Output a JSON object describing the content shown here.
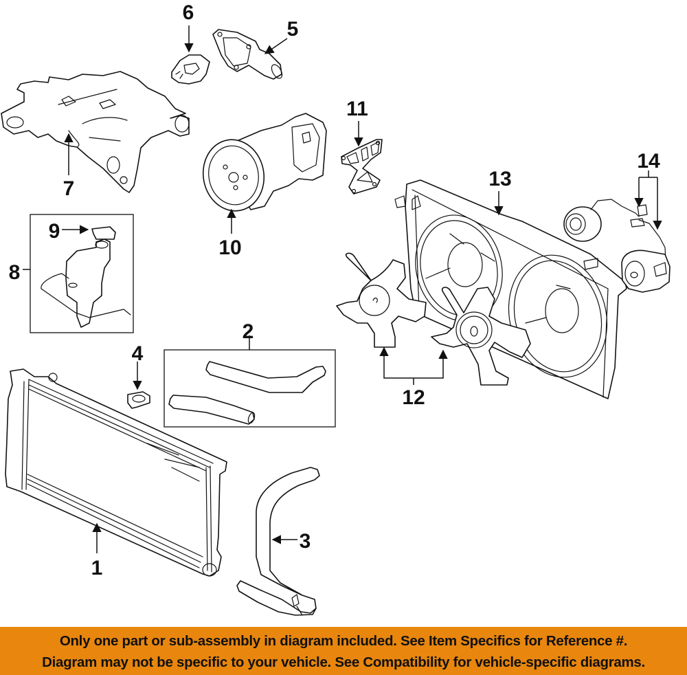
{
  "diagram": {
    "title": "Cooling system exploded parts diagram",
    "accent_colors": {
      "banner": "#E8860E",
      "linework": "#111111"
    },
    "callouts": [
      {
        "id": "1",
        "label": "1",
        "part": "radiator"
      },
      {
        "id": "2",
        "label": "2",
        "part": "radiator-hoses-kit"
      },
      {
        "id": "3",
        "label": "3",
        "part": "lower-radiator-hose"
      },
      {
        "id": "4",
        "label": "4",
        "part": "radiator-cap"
      },
      {
        "id": "5",
        "label": "5",
        "part": "thermostat-housing"
      },
      {
        "id": "6",
        "label": "6",
        "part": "thermostat"
      },
      {
        "id": "7",
        "label": "7",
        "part": "water-outlet-housing"
      },
      {
        "id": "8",
        "label": "8",
        "part": "coolant-reservoir-assembly"
      },
      {
        "id": "9",
        "label": "9",
        "part": "reservoir-cap"
      },
      {
        "id": "10",
        "label": "10",
        "part": "water-pump"
      },
      {
        "id": "11",
        "label": "11",
        "part": "water-pump-gasket"
      },
      {
        "id": "12",
        "label": "12",
        "part": "fan-blades"
      },
      {
        "id": "13",
        "label": "13",
        "part": "fan-shroud"
      },
      {
        "id": "14",
        "label": "14",
        "part": "fan-motors"
      }
    ]
  },
  "banner": {
    "line1": "Only one part or sub-assembly in diagram included. See Item Specifics for Reference #.",
    "line2": "Diagram may not be specific to your vehicle. See Compatibility for vehicle-specific diagrams."
  }
}
